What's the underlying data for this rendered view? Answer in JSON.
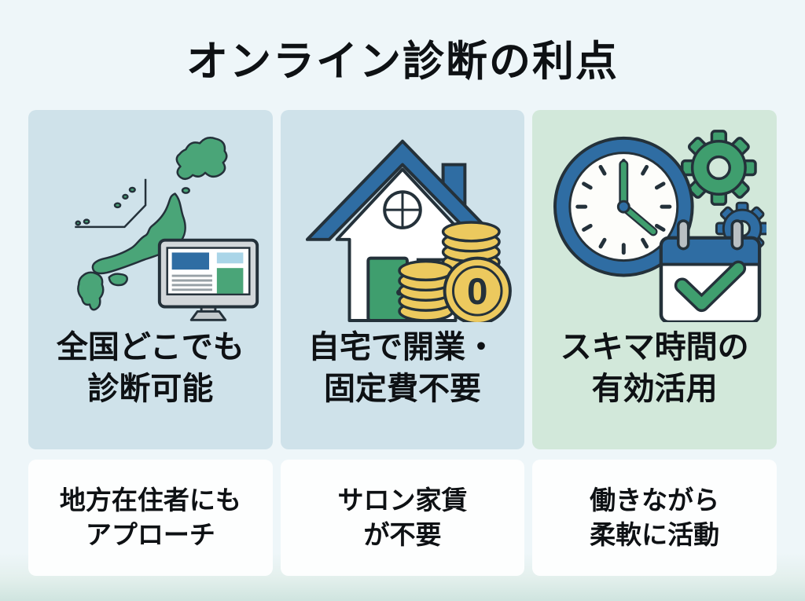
{
  "title": "オンライン診断の利点",
  "coin_zero": "0",
  "colors": {
    "page_background": "#eef6f9",
    "card_blue": "#cfe2ea",
    "card_mint": "#d2e8da",
    "card_white": "#fdfefe",
    "text": "#0e1114",
    "accent_blue": "#2f6da3",
    "accent_green": "#3f9e6e",
    "map_green": "#4aa578",
    "coin_gold": "#ecc95e",
    "window_light_blue": "#aad5e8",
    "monitor_gray": "#d2d7da",
    "outline_dark": "#24313a"
  },
  "columns": [
    {
      "id": "nationwide",
      "icon": "japan-map-monitor-icon",
      "heading": [
        "全国どこでも",
        "診断可能"
      ],
      "detail": [
        "地方在住者にも",
        "アプローチ"
      ]
    },
    {
      "id": "home-business",
      "icon": "house-coins-icon",
      "heading": [
        "自宅で開業・",
        "固定費不要"
      ],
      "detail": [
        "サロン家賃",
        "が不要"
      ]
    },
    {
      "id": "spare-time",
      "icon": "clock-calendar-gears-icon",
      "heading": [
        "スキマ時間の",
        "有効活用"
      ],
      "detail": [
        "働きながら",
        "柔軟に活動"
      ]
    }
  ]
}
